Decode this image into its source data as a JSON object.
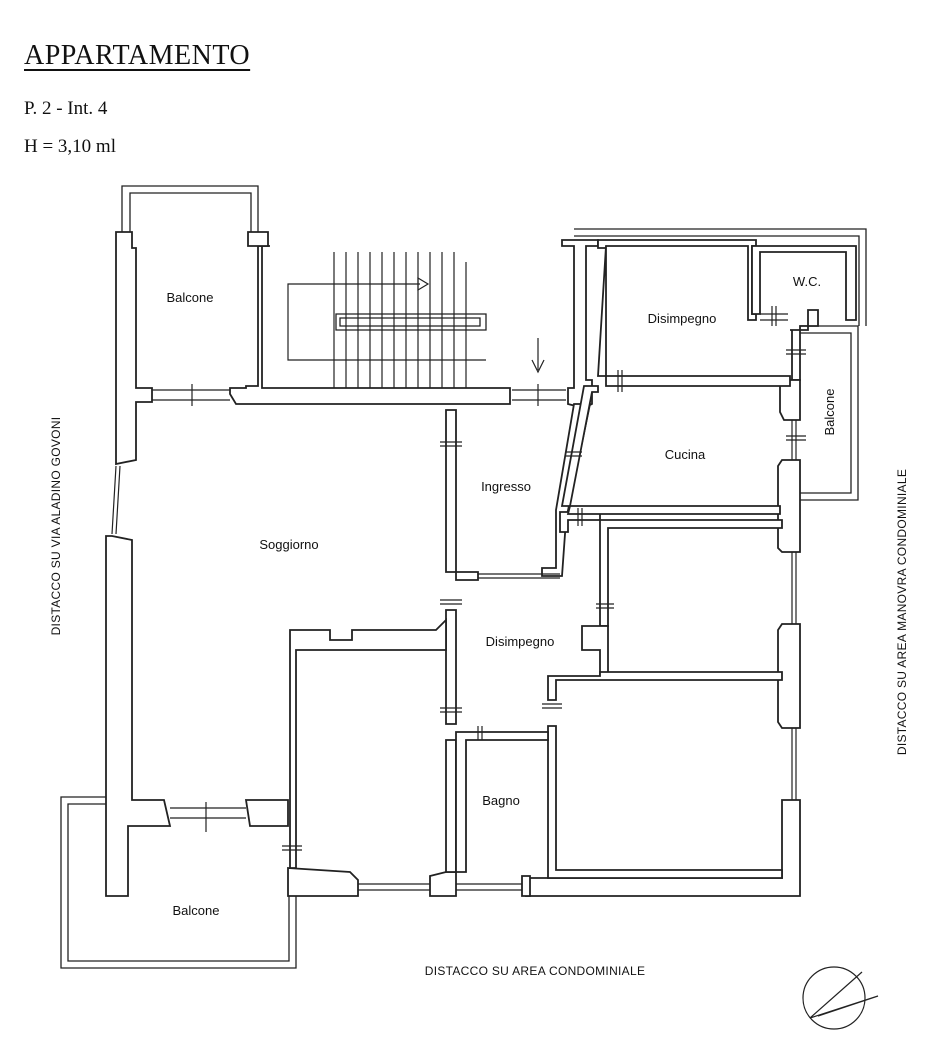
{
  "header": {
    "title": "APPARTAMENTO",
    "floor": "P. 2 - Int. 4",
    "height": "H = 3,10 ml"
  },
  "rooms": {
    "balcone_top_left": "Balcone",
    "disimpegno_top": "Disimpegno",
    "wc": "W.C.",
    "balcone_right": "Balcone",
    "cucina": "Cucina",
    "ingresso": "Ingresso",
    "soggiorno": "Soggiorno",
    "disimpegno_center": "Disimpegno",
    "bagno": "Bagno",
    "balcone_bottom_left": "Balcone"
  },
  "surroundings": {
    "left": "DISTACCO SU VIA ALADINO GOVONI",
    "right": "DISTACCO SU AREA MANOVRA CONDOMINIALE",
    "bottom": "DISTACCO SU AREA CONDOMINIALE"
  },
  "icons": {
    "north": "compass-arrow-icon",
    "stairs": "staircase-icon",
    "entry": "entry-arrow-icon"
  }
}
